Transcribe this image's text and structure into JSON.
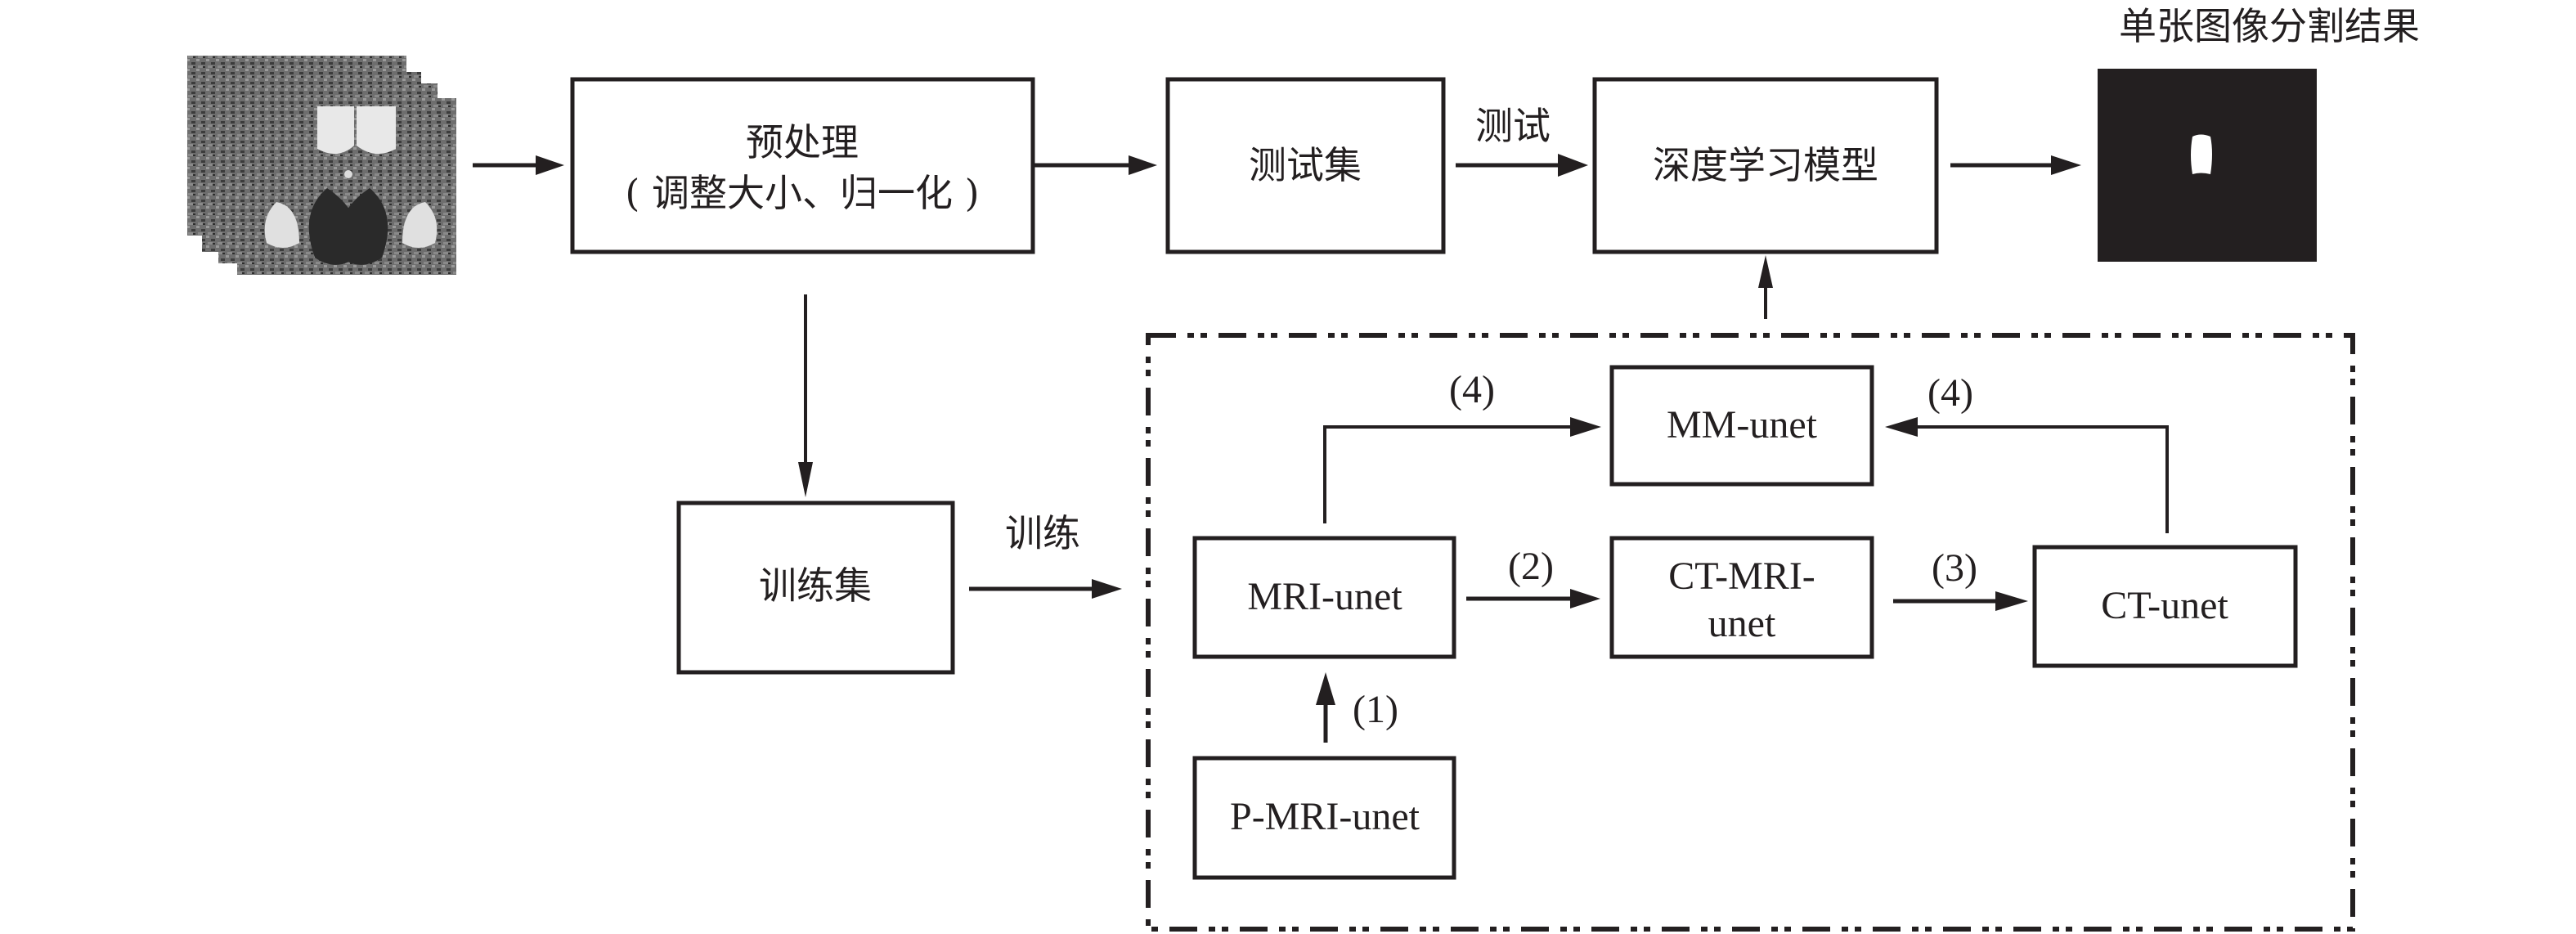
{
  "figure": {
    "input_images": {
      "label": "",
      "description": "stack of pelvic CT/MRI slices",
      "count": 4
    },
    "preprocess": {
      "line1": "预处理",
      "line2": "( 调整大小、归一化 )"
    },
    "test_set": {
      "label": "测试集"
    },
    "test_edge_label": "测试",
    "dl_model": {
      "label": "深度学习模型"
    },
    "result": {
      "title": "单张图像分割结果",
      "description": "binary segmentation mask"
    },
    "train_set": {
      "label": "训练集"
    },
    "train_edge_label": "训练",
    "networks": {
      "mm_unet": "MM-unet",
      "mri_unet": "MRI-unet",
      "ct_mri_unet_line1": "CT-MRI-",
      "ct_mri_unet_line2": "unet",
      "ct_unet": "CT-unet",
      "p_mri_unet": "P-MRI-unet"
    },
    "steps": {
      "step1": "(1)",
      "step2": "(2)",
      "step3": "(3)",
      "step4_left": "(4)",
      "step4_right": "(4)"
    }
  }
}
